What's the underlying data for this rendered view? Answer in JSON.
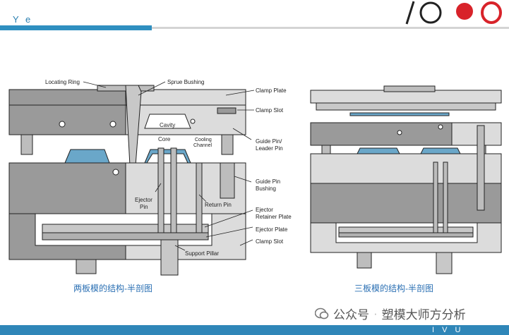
{
  "header": {
    "text": "Y e",
    "footer_text": "I V U"
  },
  "logo": {
    "glyphs": "/O O",
    "accent": "#d8232a"
  },
  "left_diagram": {
    "caption": "两板模的结构-半剖图",
    "labels": {
      "locating_ring": "Locating Ring",
      "sprue_bushing": "Sprue Bushing",
      "clamp_plate": "Clamp Plate",
      "clamp_slot_top": "Clamp Slot",
      "cavity": "Cavity",
      "core": "Core",
      "cooling_channel_1": "Cooling",
      "cooling_channel_2": "Channel",
      "guide_pin_1": "Guide Pin/",
      "guide_pin_2": "Leader Pin",
      "guide_pin_bushing_1": "Guide Pin",
      "guide_pin_bushing_2": "Bushing",
      "ejector_pin_1": "Ejector",
      "ejector_pin_2": "Pin",
      "return_pin": "Return Pin",
      "ejector_retainer_1": "Ejector",
      "ejector_retainer_2": "Retainer Plate",
      "ejector_plate": "Ejector Plate",
      "clamp_slot_bottom": "Clamp Slot",
      "support_pillar": "Support Pillar"
    }
  },
  "right_diagram": {
    "caption": "三板模的结构-半剖图"
  },
  "watermark": {
    "icon": "wechat-icon",
    "account": "公众号",
    "separator": "·",
    "name": "塑模大师方分析"
  },
  "colors": {
    "plate_dark": "#9a9a9a",
    "plate_light": "#dcdcdc",
    "part_blue": "#6aa7c9",
    "outline": "#222222",
    "accent_blue": "#2f86b8"
  }
}
